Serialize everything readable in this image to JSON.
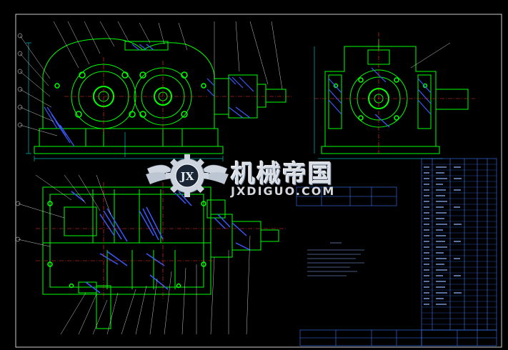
{
  "watermark": {
    "title": "机械帝国",
    "subtitle": "JXDIGUO.COM",
    "logo_letters": "JX"
  },
  "colors": {
    "background": "#000000",
    "outline": "#00ff00",
    "leader": "#ffffff",
    "table": "#3a7bff",
    "hatch": "#3a5aff",
    "centerline": "#ff3030",
    "dim": "#00ffff"
  }
}
